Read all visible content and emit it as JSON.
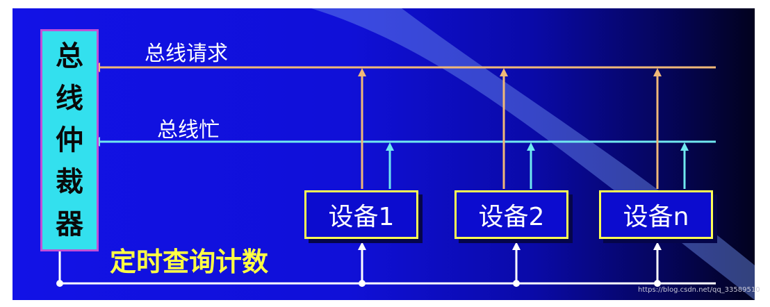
{
  "diagram": {
    "arbiter_chars": [
      "总",
      "线",
      "仲",
      "裁",
      "器"
    ],
    "bus_request_label": "总线请求",
    "bus_busy_label": "总线忙",
    "counter_label": "定时查询计数",
    "devices": [
      {
        "label": "设备1"
      },
      {
        "label": "设备2"
      },
      {
        "label": "设备n"
      }
    ]
  },
  "watermark": "https://blog.csdn.net/qq_33589510",
  "colors": {
    "background_left": "#1212e6",
    "background_right": "#02021e",
    "arbiter_fill": "#33e0ee",
    "arbiter_border": "#c24fd6",
    "request_line": "#f0b878",
    "busy_line": "#70e8f0",
    "device_border": "#ffff55",
    "counter_text": "#ffff44"
  }
}
